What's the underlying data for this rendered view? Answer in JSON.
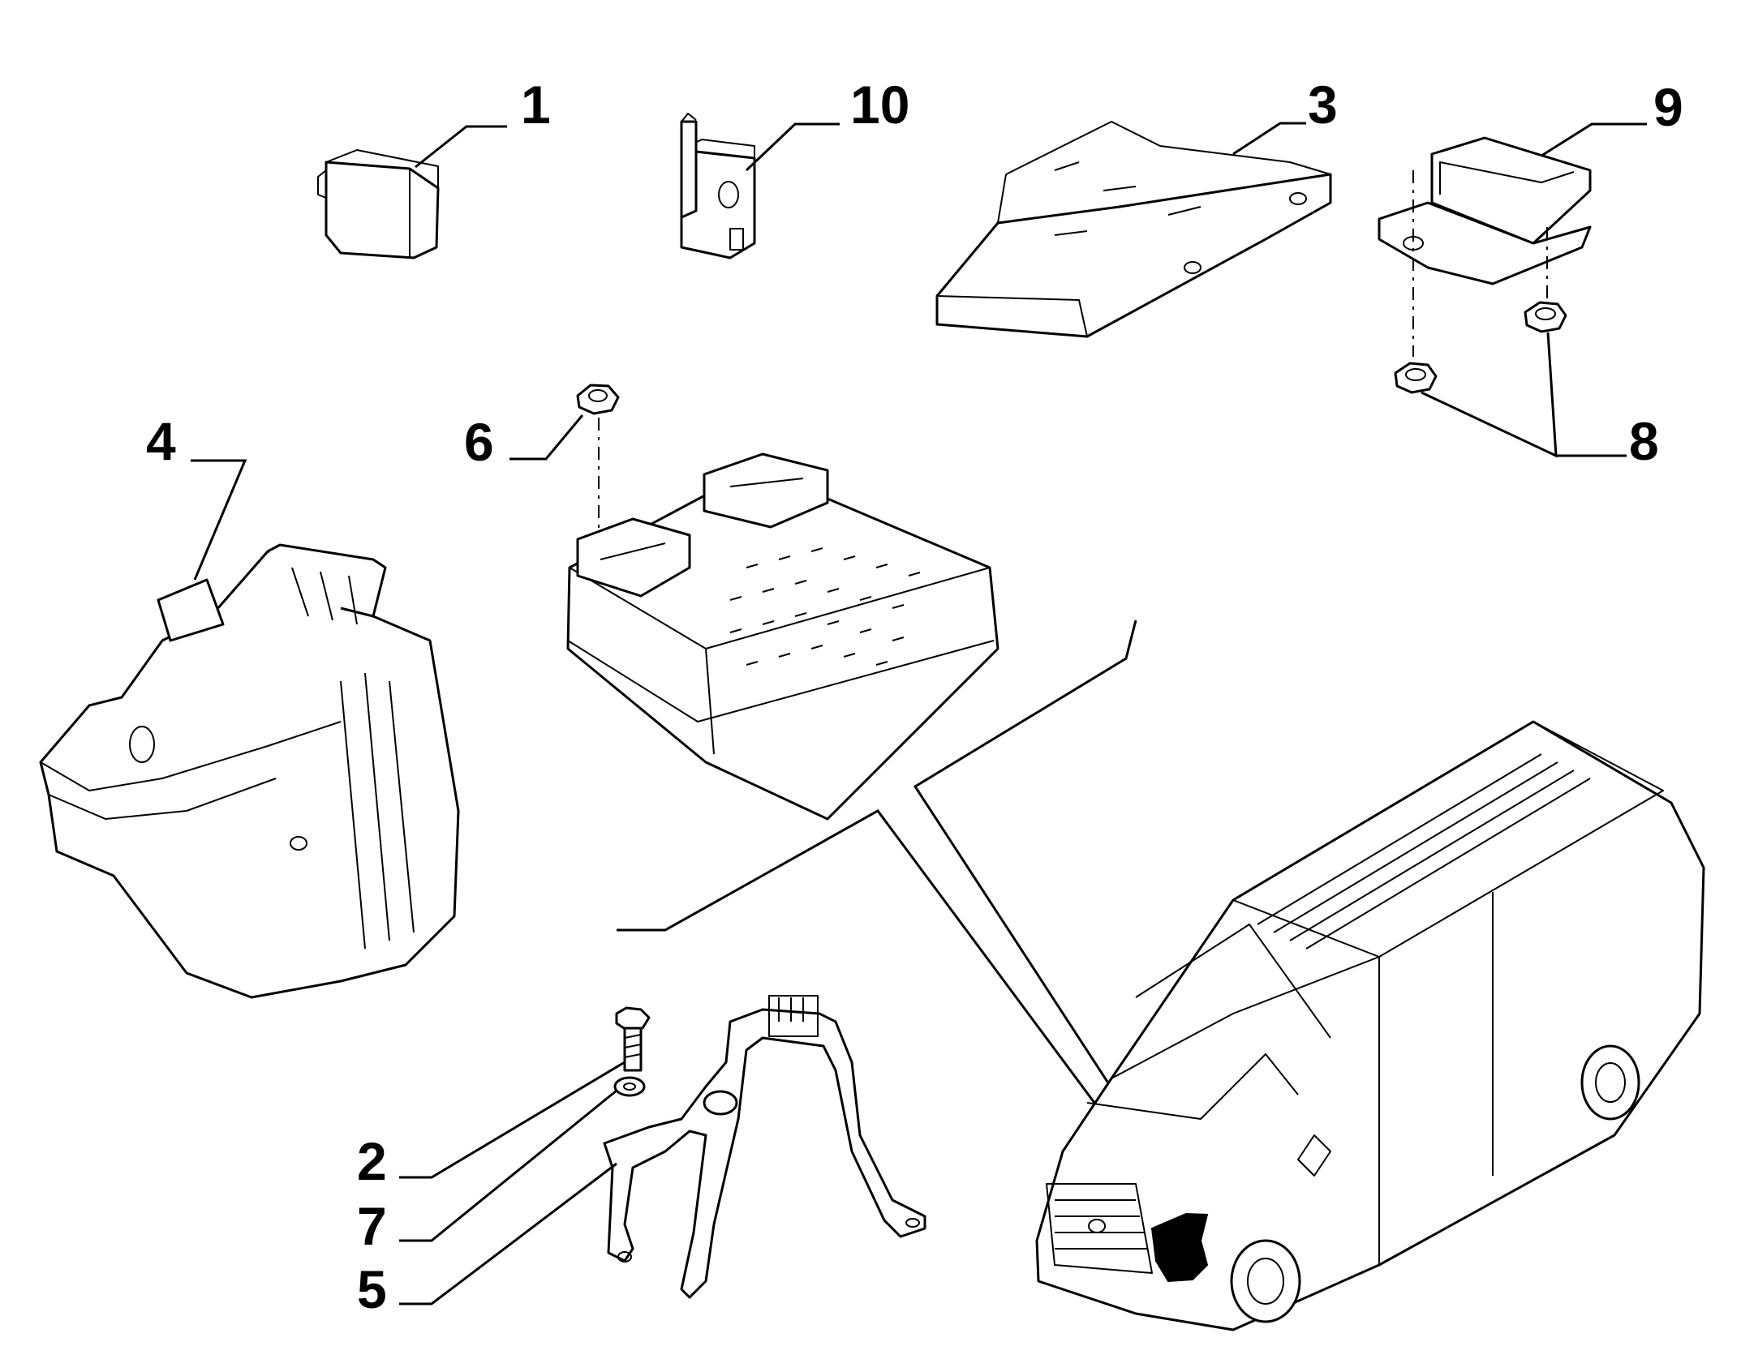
{
  "callouts": [
    {
      "id": "1",
      "label": "1"
    },
    {
      "id": "10",
      "label": "10"
    },
    {
      "id": "3",
      "label": "3"
    },
    {
      "id": "9",
      "label": "9"
    },
    {
      "id": "4",
      "label": "4"
    },
    {
      "id": "6",
      "label": "6"
    },
    {
      "id": "8",
      "label": "8"
    },
    {
      "id": "2",
      "label": "2"
    },
    {
      "id": "7",
      "label": "7"
    },
    {
      "id": "5",
      "label": "5"
    }
  ],
  "colors": {
    "line": "#000000",
    "background": "#ffffff"
  }
}
